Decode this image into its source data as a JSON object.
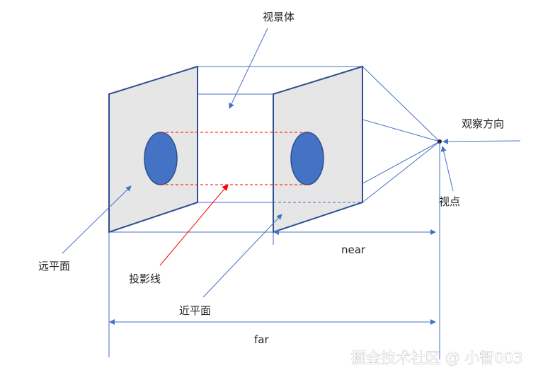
{
  "labels": {
    "view_volume": "视景体",
    "observe_direction": "观察方向",
    "viewpoint": "视点",
    "near": "near",
    "far_plane": "远平面",
    "projection_line": "投影线",
    "near_plane": "近平面",
    "far": "far"
  },
  "watermark": "掘金技术社区 @ 小智003",
  "colors": {
    "line": "#4472c4",
    "plane_fill": "#e6e6e6",
    "plane_edge": "#2f4f8f",
    "ellipse": "#4472c4",
    "projection": "#ff0000"
  }
}
